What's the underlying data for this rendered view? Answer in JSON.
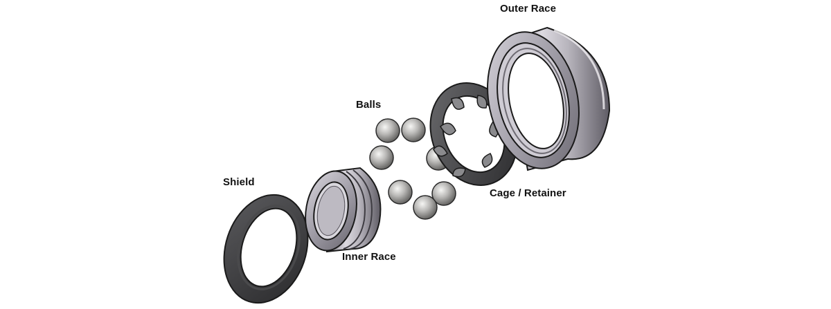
{
  "diagram": {
    "labels": {
      "outer_race": "Outer Race",
      "balls": "Balls",
      "shield": "Shield",
      "cage": "Cage / Retainer",
      "inner_race": "Inner Race"
    },
    "colors": {
      "steel_light": "#e8e6ec",
      "steel_mid": "#a9a6b0",
      "steel_dark": "#5e5b63",
      "shield_dark": "#3a3a3c",
      "cage_dark": "#2e2e30",
      "ball_highlight": "#f4f4f2",
      "outline": "#1a1a1a"
    }
  }
}
